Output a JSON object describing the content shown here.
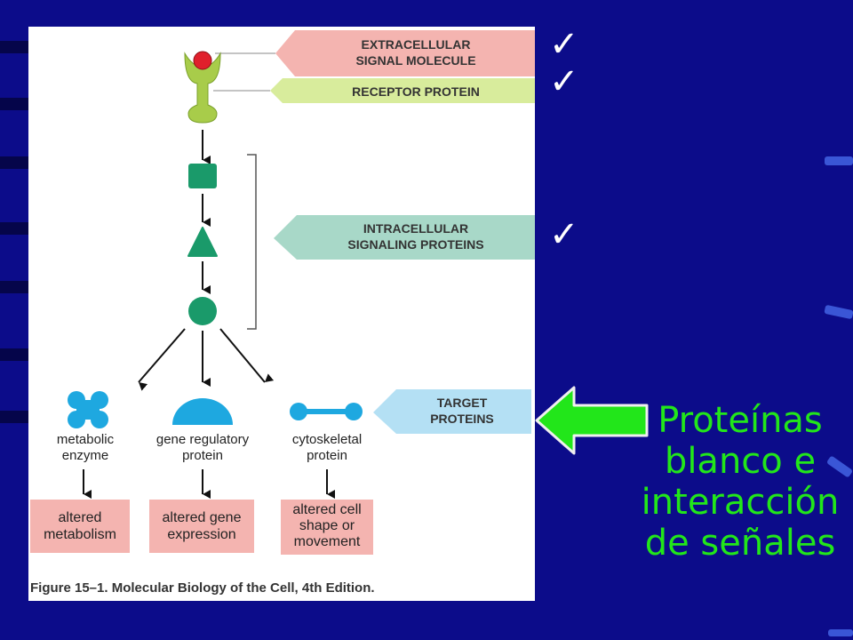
{
  "labels": {
    "extracellular_line1": "EXTRACELLULAR",
    "extracellular_line2": "SIGNAL MOLECULE",
    "receptor": "RECEPTOR PROTEIN",
    "intracellular_line1": "INTRACELLULAR",
    "intracellular_line2": "SIGNALING PROTEINS",
    "target_line1": "TARGET",
    "target_line2": "PROTEINS"
  },
  "proteins": {
    "metabolic_line1": "metabolic",
    "metabolic_line2": "enzyme",
    "gene_line1": "gene regulatory",
    "gene_line2": "protein",
    "cyto_line1": "cytoskeletal",
    "cyto_line2": "protein"
  },
  "outcomes": {
    "metab_line1": "altered",
    "metab_line2": "metabolism",
    "gene_line1": "altered gene",
    "gene_line2": "expression",
    "cyto_line1": "altered cell",
    "cyto_line2": "shape or",
    "cyto_line3": "movement"
  },
  "caption": "Figure 15–1. Molecular Biology of the Cell, 4th Edition.",
  "check_mark": "✓",
  "side_text": {
    "line1": "Proteínas",
    "line2": "blanco e",
    "line3": "interacción",
    "line4": "de señales"
  },
  "colors": {
    "background": "#0c0c8a",
    "signal_red": "#e0202c",
    "receptor_green": "#a8cc4a",
    "signaling_teal": "#1a9a6a",
    "target_blue": "#1ea8e0",
    "label_pink": "#f4b4b0",
    "label_lightgreen": "#d8ec9c",
    "label_teal": "#a8d8c8",
    "label_blue": "#b4e0f4",
    "side_text_green": "#22e61a"
  }
}
